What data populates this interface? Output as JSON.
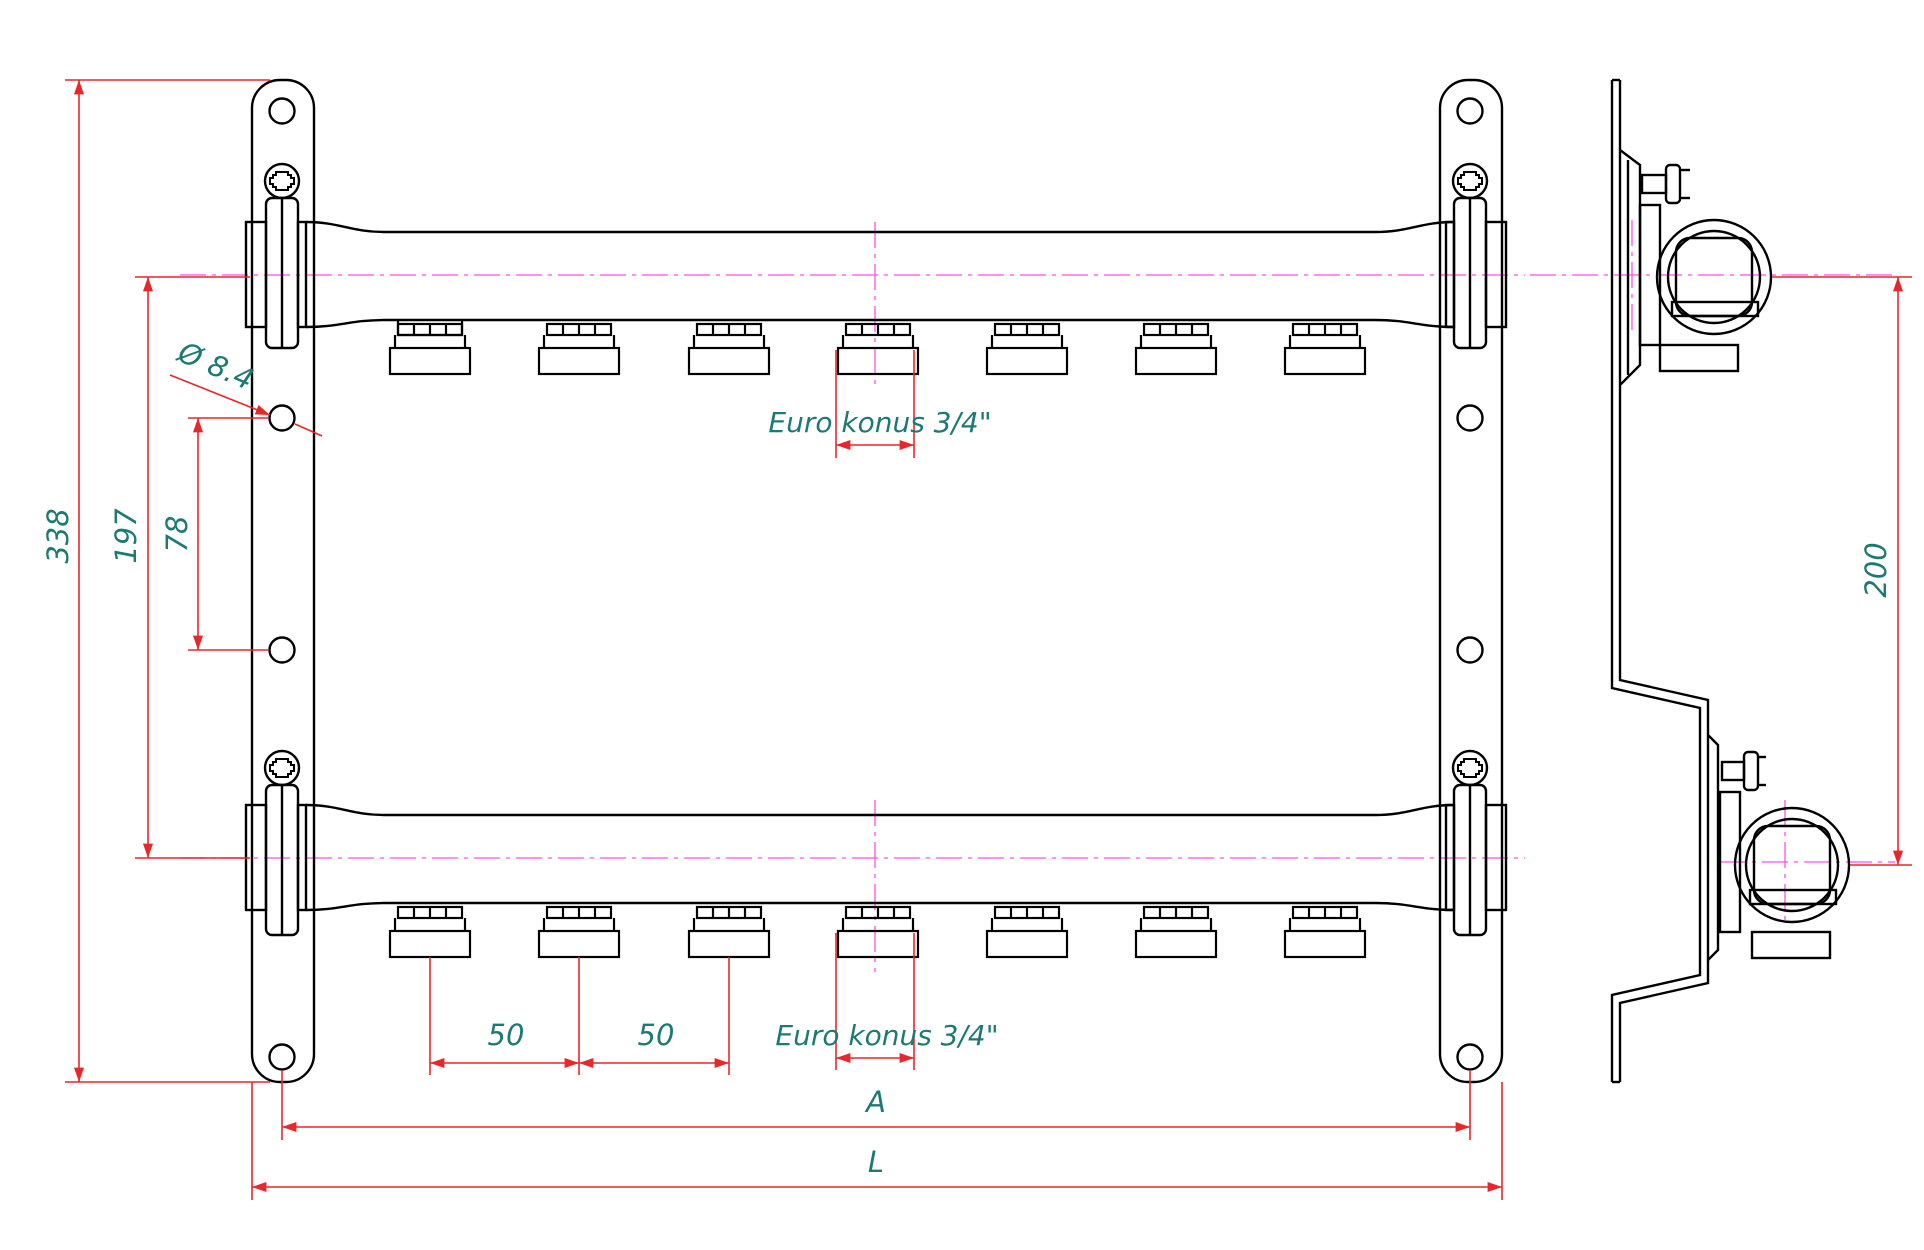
{
  "dimensions": {
    "total_height": "338",
    "mount_spacing": "197",
    "hole_spacing": "78",
    "hole_diameter": "Ø 8.4",
    "outlet_spacing_1": "50",
    "outlet_spacing_2": "50",
    "center_distance": "A",
    "overall_length": "L",
    "pipe_spacing": "200"
  },
  "labels": {
    "outlet_thread_top": "Euro konus 3/4\"",
    "outlet_thread_bottom": "Euro konus 3/4\""
  },
  "colors": {
    "outline": "#000000",
    "dimension": "#e8262b",
    "text": "#1d7a72",
    "centerline": "#ff4fe6"
  }
}
